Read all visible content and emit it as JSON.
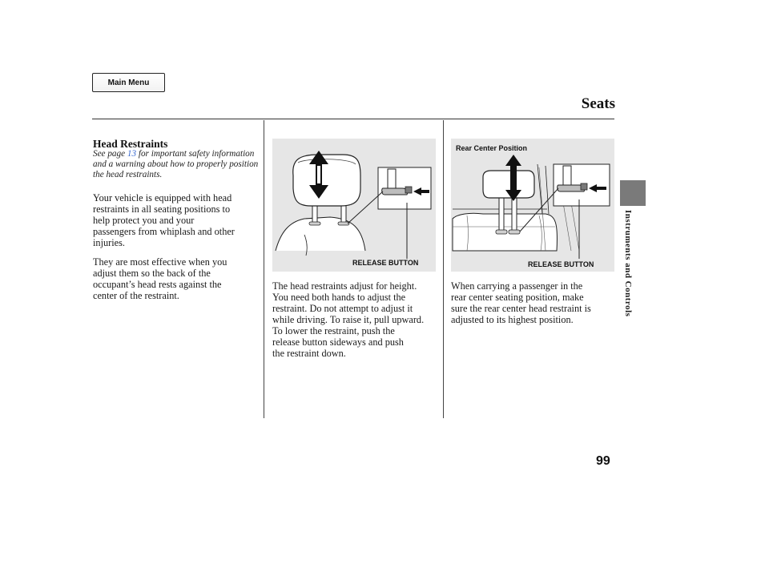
{
  "nav": {
    "main_menu": "Main Menu"
  },
  "header": {
    "section_title": "Seats"
  },
  "side_tab": {
    "label": "Instruments and Controls"
  },
  "page_number": "99",
  "left_column": {
    "heading": "Head Restraints",
    "see_page_prefix": "See page ",
    "see_page_link": "13",
    "see_page_suffix": " for important safety information and a warning about how to properly position the head restraints.",
    "paragraph_1": "Your vehicle is equipped with head\nrestraints in all seating positions to\nhelp protect you and your\npassengers from whiplash and other\ninjuries.",
    "paragraph_2": "They are most effective when you\nadjust them so the back of the\noccupant’s head rests against the\ncenter of the restraint."
  },
  "middle_column": {
    "figure_label": "RELEASE BUTTON",
    "paragraph": "The head restraints adjust for height.\nYou need both hands to adjust the\nrestraint. Do not attempt to adjust it\nwhile driving. To raise it, pull upward.\nTo lower the restraint, push the\nrelease button sideways and push\nthe restraint down."
  },
  "right_column": {
    "figure_caption": "Rear Center Position",
    "figure_label": "RELEASE BUTTON",
    "paragraph": "When carrying a passenger in the\nrear center seating position, make\nsure the rear center head restraint is\nadjusted to its highest position."
  },
  "colors": {
    "link": "#3a6ad0",
    "figure_bg": "#e6e6e6",
    "side_tab": "#7a7a7a"
  }
}
